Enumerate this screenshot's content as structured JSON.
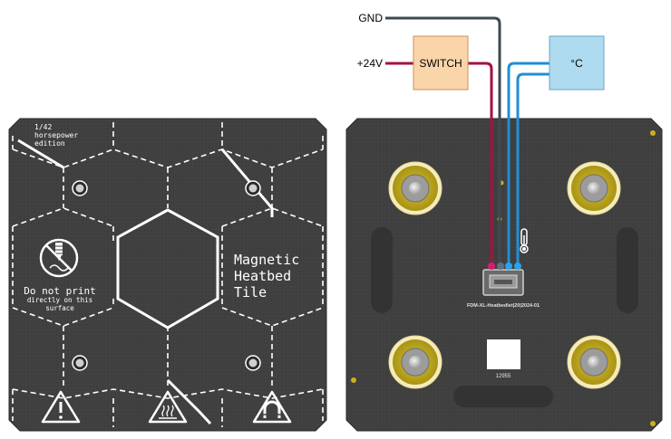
{
  "left_tile": {
    "edition_line1": "1/42",
    "edition_line2": "horsepower",
    "edition_line3": "edition",
    "warning_main": "Do not print",
    "warning_sub1": "directly on this",
    "warning_sub2": "surface",
    "heading_line1": "Magnetic",
    "heading_line2": "Heatbed",
    "heading_line3": "Tile",
    "icons": [
      "print-prohibited-icon",
      "warning-icon",
      "hot-surface-icon",
      "magnet-icon"
    ]
  },
  "right_tile": {
    "board_label": "FDM-XL-Heatbedlet|20|2024-01",
    "id_label": "12955",
    "icons": [
      "thermometer-icon",
      "usb-connector-icon"
    ]
  },
  "wiring": {
    "gnd_label": "GND",
    "v24_label": "+24V",
    "switch_label": "SWITCH",
    "temp_label": "°C",
    "colors": {
      "power": "#a3123f",
      "ground": "#3c4a52",
      "sensor": "#1f8fd6",
      "switch_fill": "#fad5aa",
      "switch_stroke": "#c8935a",
      "temp_fill": "#aedbf0",
      "temp_stroke": "#6da6c3",
      "tile_dark": "#3f3f3f",
      "screw_yellow": "#c9b21c"
    }
  }
}
